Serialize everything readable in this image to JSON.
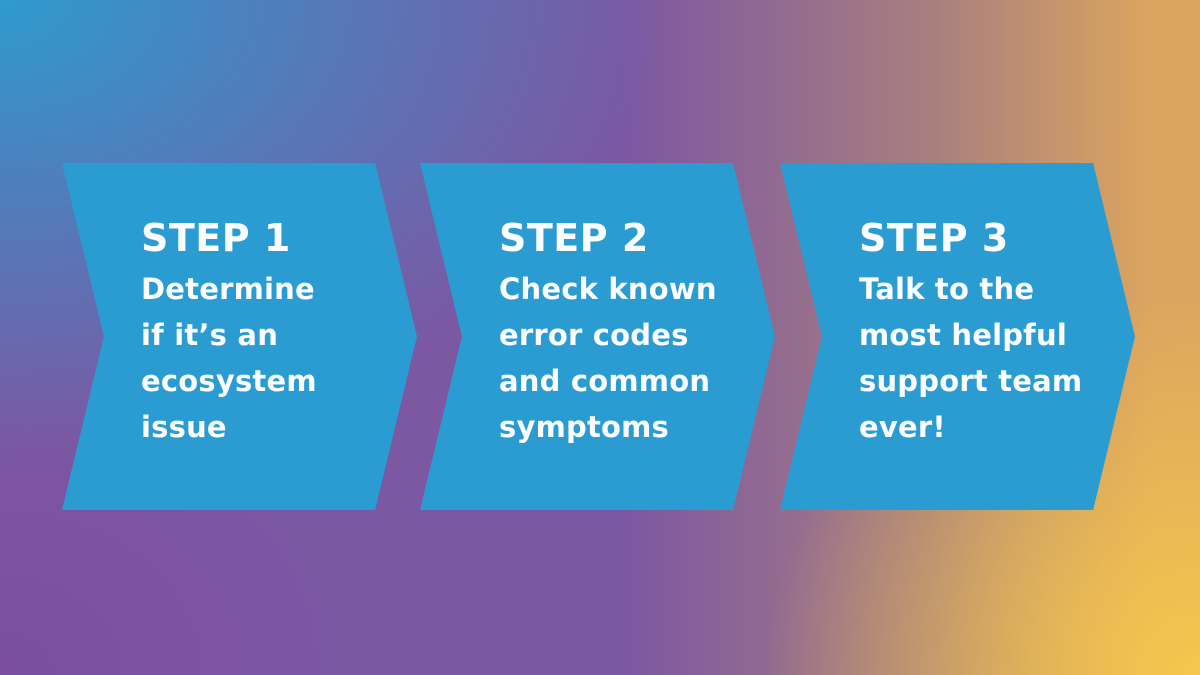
{
  "slide": {
    "type": "three-step-process-chevron-flow"
  },
  "steps": [
    {
      "title": "STEP 1",
      "description": "Determine\nif it’s an\necosystem\nissue"
    },
    {
      "title": "STEP 2",
      "description": "Check known\nerror codes\nand common\nsymptoms"
    },
    {
      "title": "STEP 3",
      "description": "Talk to the\nmost helpful\nsupport team\never!"
    }
  ],
  "colors": {
    "chevron_fill": "#2A9CD2",
    "text": "#FBFDFE",
    "bg_top_left": "#2F9ACE",
    "bg_center": "#7C57A2",
    "bg_bottom_left": "#7B4EA0",
    "bg_mauve": "#A97F7E",
    "bg_top_right": "#DCA55F",
    "bg_bottom_right": "#F4C74C"
  }
}
